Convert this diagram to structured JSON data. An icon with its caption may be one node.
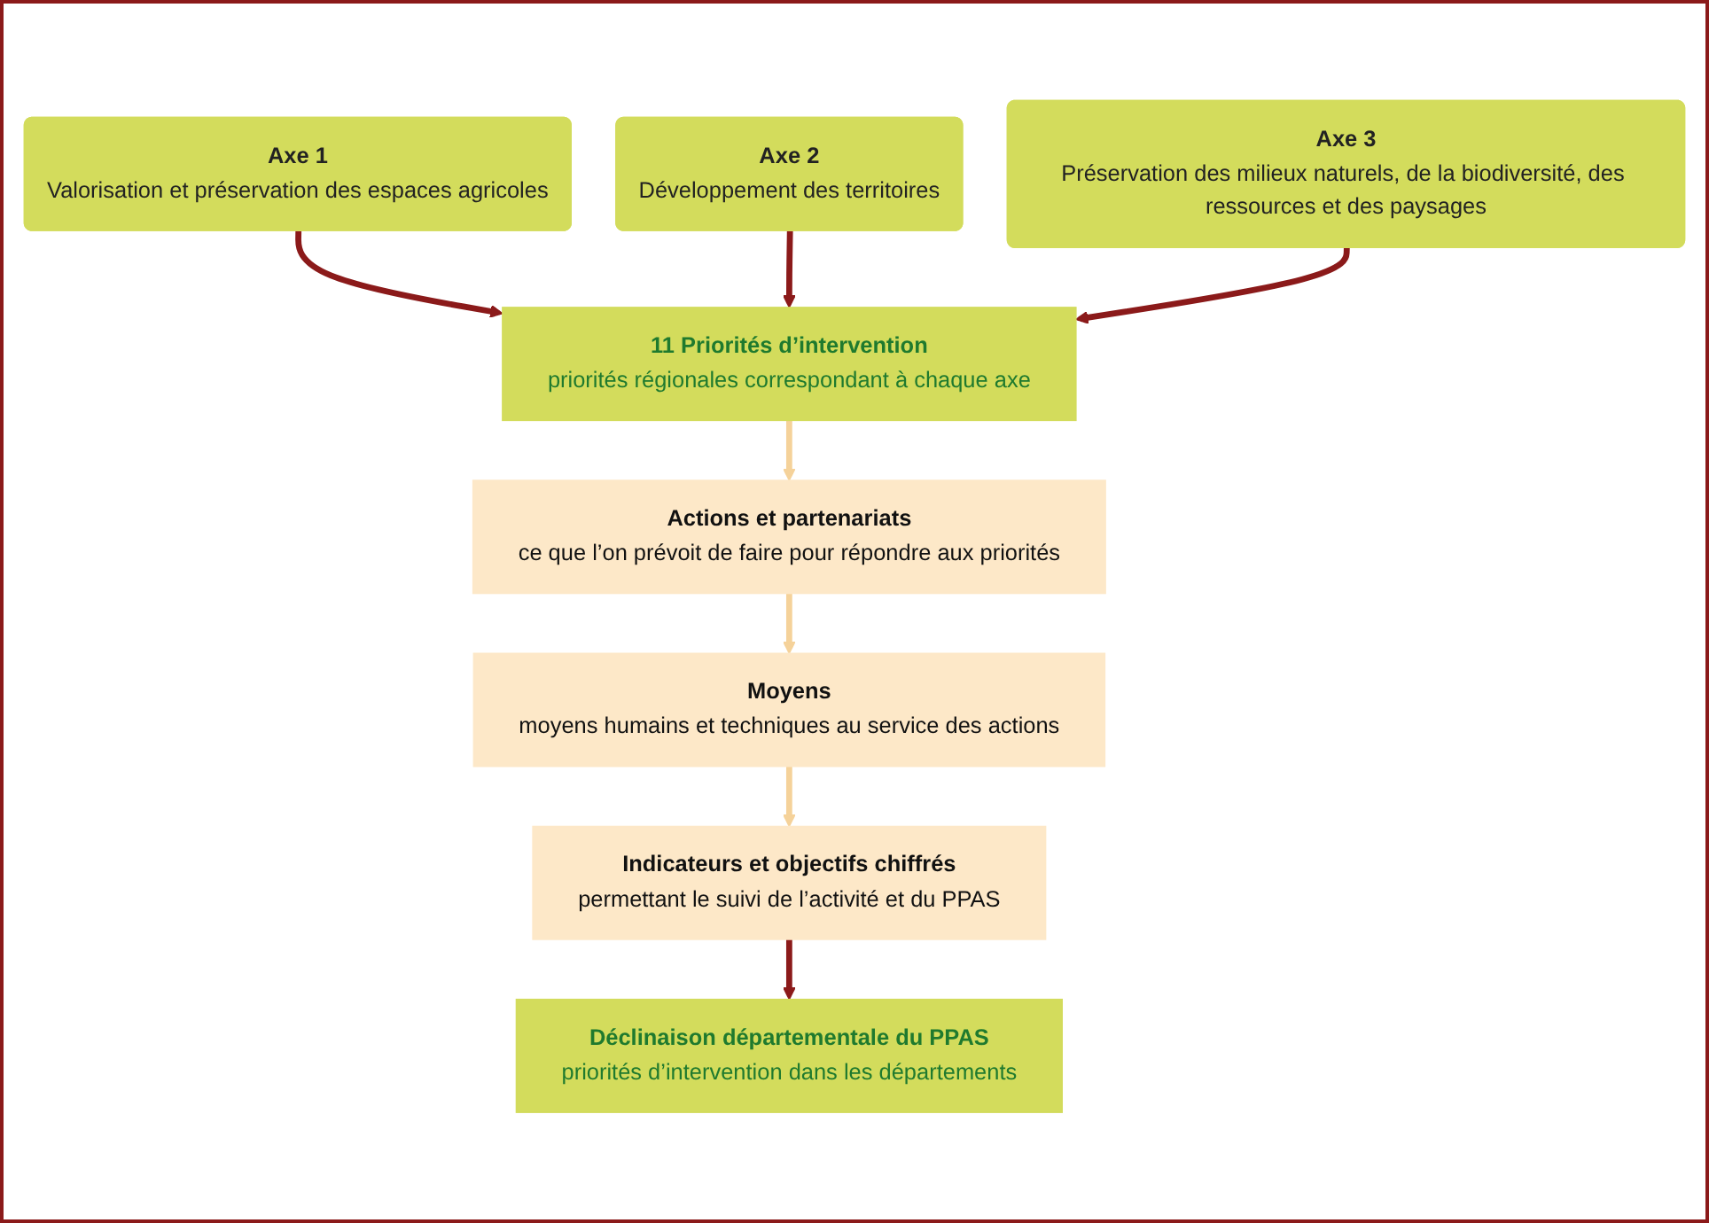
{
  "diagram": {
    "nodes": [
      {
        "text": [
          "Axe 1",
          "Valorisation et préservation des espaces agricoles"
        ]
      },
      {
        "text": [
          "Axe 2",
          "Développement des territoires"
        ]
      },
      {
        "text": [
          "Axe 3",
          "Préservation des milieux naturels, de la biodiversité, des ressources et des paysages"
        ]
      },
      {
        "text": [
          "11 Priorités d’intervention",
          "priorités régionales correspondant à chaque axe"
        ]
      },
      {
        "text": [
          "Actions et partenariats",
          "ce que l’on prévoit de faire pour répondre aux priorités"
        ]
      },
      {
        "text": [
          "Moyens",
          "moyens humains et techniques au service des actions"
        ]
      },
      {
        "text": [
          "Indicateurs et objectifs chiffrés",
          "permettant le suivi de l’activité et du PPAS"
        ]
      },
      {
        "text": [
          "Déclinaison départementale du PPAS",
          "priorités d’intervention dans les départements"
        ]
      }
    ],
    "edges": [
      {
        "from": 0,
        "to": 3,
        "arrow": "to",
        "color": "#8b1a1a"
      },
      {
        "from": 1,
        "to": 3,
        "arrow": "to",
        "color": "#8b1a1a"
      },
      {
        "from": 2,
        "to": 3,
        "arrow": "to",
        "color": "#8b1a1a"
      },
      {
        "from": 3,
        "to": 4,
        "arrow": "to",
        "color": "#f5d29a"
      },
      {
        "from": 4,
        "to": 5,
        "arrow": "to",
        "color": "#f5d29a"
      },
      {
        "from": 5,
        "to": 6,
        "arrow": "to",
        "color": "#f5d29a"
      },
      {
        "from": 6,
        "to": 7,
        "arrow": "to",
        "color": "#8b1a1a"
      }
    ]
  }
}
